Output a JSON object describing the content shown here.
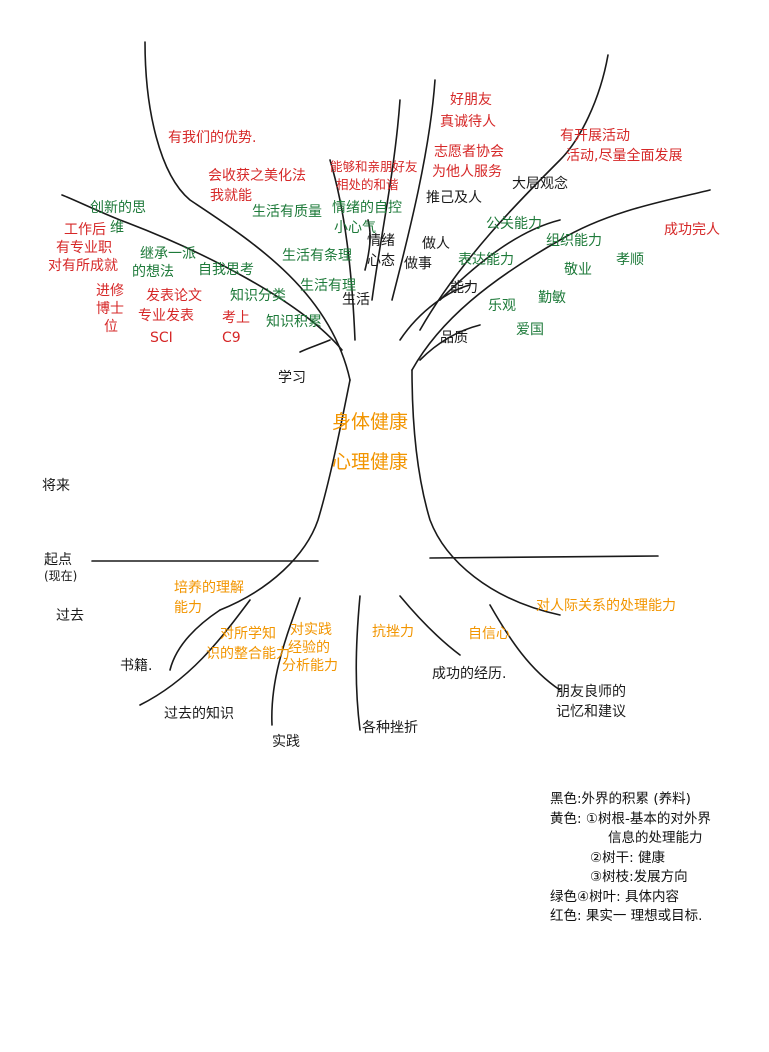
{
  "colors": {
    "black": "#1a1a1a",
    "green": "#1e7a3a",
    "red": "#d62828",
    "orange": "#f29500"
  },
  "trunk": {
    "line1": "身体健康",
    "line2": "心理健康"
  },
  "timeline": {
    "future": "将来",
    "start": "起点",
    "present": "(现在)",
    "past": "过去"
  },
  "branches": {
    "study": "学习",
    "life": "生活",
    "character": "品质",
    "ability": "能力",
    "emotion1": "情绪",
    "emotion2": "心态",
    "be_person": "做人",
    "do_things": "做事"
  },
  "green_leaves": {
    "innovation1": "创新的思",
    "innovation2": "维",
    "inherit1": "继承一派",
    "inherit2": "的想法",
    "self_think": "自我思考",
    "knowledge_cat": "知识分类",
    "knowledge_acc": "知识积累",
    "life_quality": "生活有质量",
    "life_plan": "生活有条理",
    "life_manage": "生活有理",
    "emotion_manage1": "情绪的自控",
    "emotion_manage2": "小心气",
    "public_ability": "公关能力",
    "express_ability": "表达能力",
    "org_ability": "组织能力",
    "optimism": "乐观",
    "diligence": "勤敏",
    "patriotism": "爱国",
    "dedication": "敬业",
    "filial": "孝顺"
  },
  "red_fruits": {
    "advantage": "有我们的优势.",
    "benefit1": "会收获之美化法",
    "benefit2": "我就能",
    "career1": "工作后",
    "career2": "有专业职",
    "career3": "对有所成就",
    "progress1": "进修",
    "progress2": "博士",
    "progress3": "位",
    "publish1": "发表论文",
    "publish2": "专业发表",
    "publish3": "SCI",
    "exam1": "考上",
    "exam2": "C9",
    "social1": "能够和亲朋好友",
    "social2": "相处的和谐",
    "friends1": "好朋友",
    "friends2": "真诚待人",
    "volunteer1": "志愿者协会",
    "volunteer2": "为他人服务",
    "help_others": "推己及人",
    "big_picture": "大局观念",
    "activity1": "有开展活动",
    "activity2": "活动,尽量全面发展",
    "success": "成功完人"
  },
  "roots": {
    "books": "书籍.",
    "past_knowledge": "过去的知识",
    "practice": "实践",
    "setbacks": "各种挫折",
    "success_exp": "成功的经历.",
    "advice1": "朋友良师的",
    "advice2": "记忆和建议"
  },
  "orange_roots": {
    "understand1": "培养的理解",
    "understand2": "能力",
    "integrate1": "对所学知",
    "integrate2": "识的整合能力",
    "analyze1": "对实践",
    "analyze2": "经验的",
    "analyze3": "分析能力",
    "resilience": "抗挫力",
    "confidence": "自信心",
    "relations": "对人际关系的处理能力"
  },
  "legend": {
    "black": "黑色:外界的积累 (养料)",
    "yellow1": "黄色: ①树根-基本的对外界",
    "yellow2": "信息的处理能力",
    "yellow3": "②树干: 健康",
    "yellow4": "③树枝:发展方向",
    "green": "绿色④树叶: 具体内容",
    "red": "红色: 果实一 理想或目标."
  }
}
